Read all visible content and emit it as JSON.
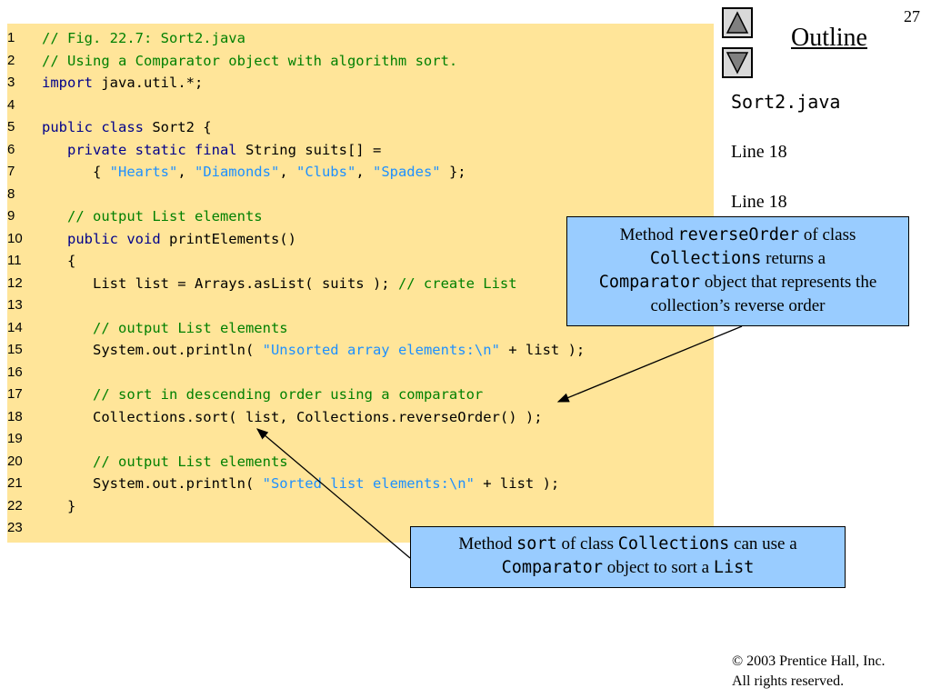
{
  "slide": {
    "number": "27",
    "outline_title": "Outline",
    "file_name": "Sort2.java",
    "line_refs": [
      "Line 18",
      "Line 18"
    ],
    "copyright_line1": "© 2003 Prentice Hall, Inc.",
    "copyright_line2": "All rights reserved."
  },
  "colors": {
    "code_background": "#ffe599",
    "callout_background": "#99ccff",
    "keyword": "#00008b",
    "comment": "#008000",
    "string": "#1e90ff"
  },
  "nav": {
    "up_icon": "triangle-up-icon",
    "down_icon": "triangle-down-icon"
  },
  "code": {
    "lines": [
      {
        "num": "1",
        "segments": [
          {
            "t": "// Fig. 22.7: Sort2.java",
            "c": "cm"
          }
        ]
      },
      {
        "num": "2",
        "segments": [
          {
            "t": "// Using a Comparator object with algorithm sort.",
            "c": "cm"
          }
        ]
      },
      {
        "num": "3",
        "segments": [
          {
            "t": "import",
            "c": "kw"
          },
          {
            "t": " java.util.*;",
            "c": ""
          }
        ]
      },
      {
        "num": "4",
        "segments": []
      },
      {
        "num": "5",
        "segments": [
          {
            "t": "public class",
            "c": "kw"
          },
          {
            "t": " Sort2 {",
            "c": ""
          }
        ]
      },
      {
        "num": "6",
        "segments": [
          {
            "t": "   ",
            "c": ""
          },
          {
            "t": "private static final",
            "c": "kw"
          },
          {
            "t": " String suits[] =",
            "c": ""
          }
        ]
      },
      {
        "num": "7",
        "segments": [
          {
            "t": "      { ",
            "c": ""
          },
          {
            "t": "\"Hearts\"",
            "c": "st"
          },
          {
            "t": ", ",
            "c": ""
          },
          {
            "t": "\"Diamonds\"",
            "c": "st"
          },
          {
            "t": ", ",
            "c": ""
          },
          {
            "t": "\"Clubs\"",
            "c": "st"
          },
          {
            "t": ", ",
            "c": ""
          },
          {
            "t": "\"Spades\"",
            "c": "st"
          },
          {
            "t": " };",
            "c": ""
          }
        ]
      },
      {
        "num": "8",
        "segments": []
      },
      {
        "num": "9",
        "segments": [
          {
            "t": "   ",
            "c": ""
          },
          {
            "t": "// output List elements",
            "c": "cm"
          }
        ]
      },
      {
        "num": "10",
        "segments": [
          {
            "t": "   ",
            "c": ""
          },
          {
            "t": "public void",
            "c": "kw"
          },
          {
            "t": " printElements()",
            "c": ""
          }
        ]
      },
      {
        "num": "11",
        "segments": [
          {
            "t": "   {",
            "c": ""
          }
        ]
      },
      {
        "num": "12",
        "segments": [
          {
            "t": "      List list = Arrays.asList( suits ); ",
            "c": ""
          },
          {
            "t": "// create List",
            "c": "cm"
          }
        ]
      },
      {
        "num": "13",
        "segments": []
      },
      {
        "num": "14",
        "segments": [
          {
            "t": "      ",
            "c": ""
          },
          {
            "t": "// output List elements",
            "c": "cm"
          }
        ]
      },
      {
        "num": "15",
        "segments": [
          {
            "t": "      System.out.println( ",
            "c": ""
          },
          {
            "t": "\"Unsorted array elements:\\n\"",
            "c": "st"
          },
          {
            "t": " + list );",
            "c": ""
          }
        ]
      },
      {
        "num": "16",
        "segments": []
      },
      {
        "num": "17",
        "segments": [
          {
            "t": "      ",
            "c": ""
          },
          {
            "t": "// sort in descending order using a comparator",
            "c": "cm"
          }
        ]
      },
      {
        "num": "18",
        "segments": [
          {
            "t": "      Collections.sort( list, Collections.reverseOrder() );",
            "c": ""
          }
        ]
      },
      {
        "num": "19",
        "segments": []
      },
      {
        "num": "20",
        "segments": [
          {
            "t": "      ",
            "c": ""
          },
          {
            "t": "// output List elements",
            "c": "cm"
          }
        ]
      },
      {
        "num": "21",
        "segments": [
          {
            "t": "      System.out.println( ",
            "c": ""
          },
          {
            "t": "\"Sorted list elements:\\n\"",
            "c": "st"
          },
          {
            "t": " + list );",
            "c": ""
          }
        ]
      },
      {
        "num": "22",
        "segments": [
          {
            "t": "   }",
            "c": ""
          }
        ]
      },
      {
        "num": "23",
        "segments": []
      }
    ]
  },
  "callouts": {
    "reverse_order": {
      "p1": "Method ",
      "m1": "reverseOrder",
      "p2": " of class ",
      "m2": "Collections",
      "p3": " returns a ",
      "m3": "Comparator",
      "p4": " object that represents the collection’s reverse order"
    },
    "sort": {
      "p1": "Method ",
      "m1": "sort",
      "p2": " of class ",
      "m2": "Collections",
      "p3": " can use a ",
      "m3": "Comparator",
      "p4": " object to sort a ",
      "m4": "List"
    }
  }
}
